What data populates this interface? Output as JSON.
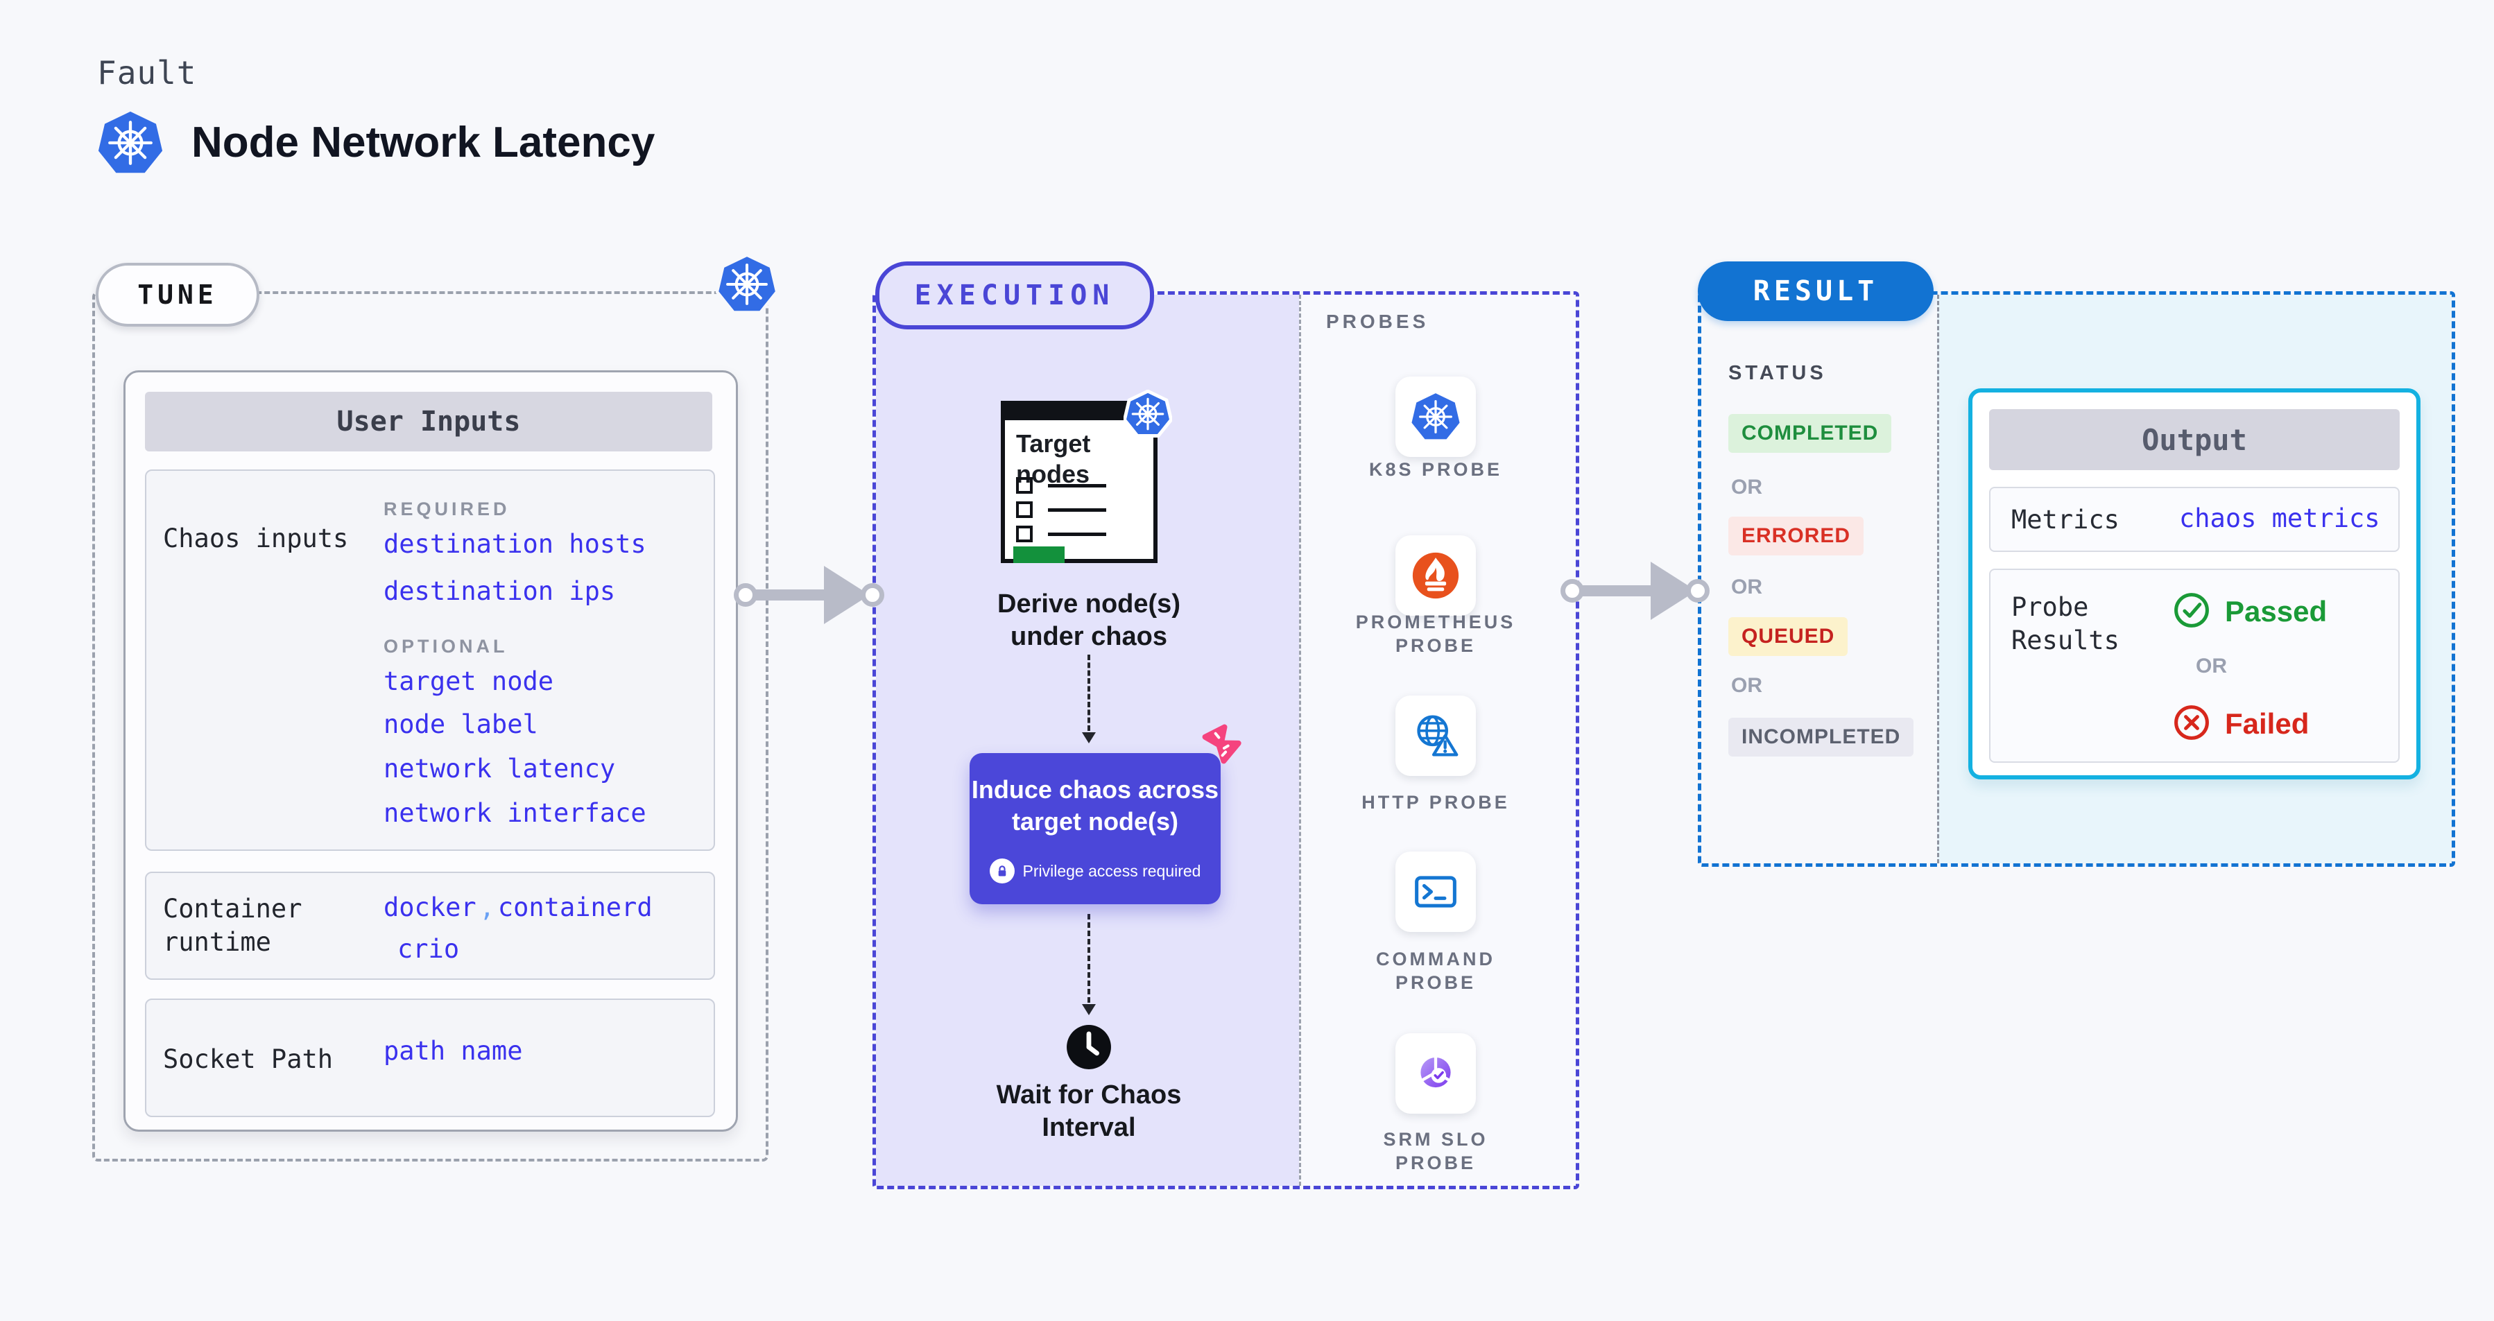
{
  "page": {
    "kicker": "Fault",
    "title": "Node Network Latency"
  },
  "tune": {
    "label": "TUNE",
    "card_title": "User Inputs",
    "chaos_row": {
      "label": "Chaos inputs",
      "required_heading": "REQUIRED",
      "required_links": [
        "destination hosts",
        "destination ips"
      ],
      "optional_heading": "OPTIONAL",
      "optional_links": [
        "target node",
        "node label",
        "network latency",
        "network interface"
      ]
    },
    "runtime_row": {
      "label_line1": "Container",
      "label_line2": "runtime",
      "value1": "docker",
      "separator": ",",
      "value2": "containerd",
      "value3": "crio"
    },
    "socket_row": {
      "label": "Socket Path",
      "value": "path name"
    }
  },
  "execution": {
    "label": "EXECUTION",
    "doc_title_line1": "Target",
    "doc_title_line2": "nodes",
    "step1_line1": "Derive node(s)",
    "step1_line2": "under chaos",
    "chaos_line1": "Induce chaos across",
    "chaos_line2": "target node(s)",
    "privilege_badge": "Privilege access required",
    "step3_line1": "Wait for Chaos",
    "step3_line2": "Interval",
    "probes_heading": "PROBES",
    "probes": [
      {
        "name": "K8S PROBE",
        "icon": "kubernetes-icon"
      },
      {
        "name": "PROMETHEUS PROBE",
        "icon": "prometheus-icon"
      },
      {
        "name": "HTTP PROBE",
        "icon": "http-globe-warning-icon"
      },
      {
        "name": "COMMAND PROBE",
        "icon": "terminal-icon"
      },
      {
        "name": "SRM SLO PROBE",
        "icon": "srm-slo-donut-icon"
      }
    ]
  },
  "result": {
    "label": "RESULT",
    "status_heading": "STATUS",
    "or_label": "OR",
    "badges": [
      {
        "text": "COMPLETED",
        "fg": "#1e8e3e",
        "bg": "#dcf2dc"
      },
      {
        "text": "ERRORED",
        "fg": "#d93025",
        "bg": "#fbe8e6"
      },
      {
        "text": "QUEUED",
        "fg": "#c5221f",
        "bg": "#fcf2cc"
      },
      {
        "text": "INCOMPLETED",
        "fg": "#5c616f",
        "bg": "#e9e9f1"
      }
    ],
    "output": {
      "title": "Output",
      "metrics_label": "Metrics",
      "metrics_value": "chaos metrics",
      "probe_label_line1": "Probe",
      "probe_label_line2": "Results",
      "passed": "Passed",
      "or_label": "OR",
      "failed": "Failed"
    }
  },
  "colors": {
    "kubernetes_blue": "#326ce5",
    "execution_indigo": "#4a46d6",
    "result_blue": "#1273d2",
    "output_cyan": "#14b1e1",
    "link_blue": "#3a31ee",
    "passed_green": "#1a9a37",
    "failed_red": "#d7271c",
    "chaos_pink": "#f5437e",
    "lavender_panel": "#e4e3fb",
    "result_panel": "#e8f5fb"
  }
}
